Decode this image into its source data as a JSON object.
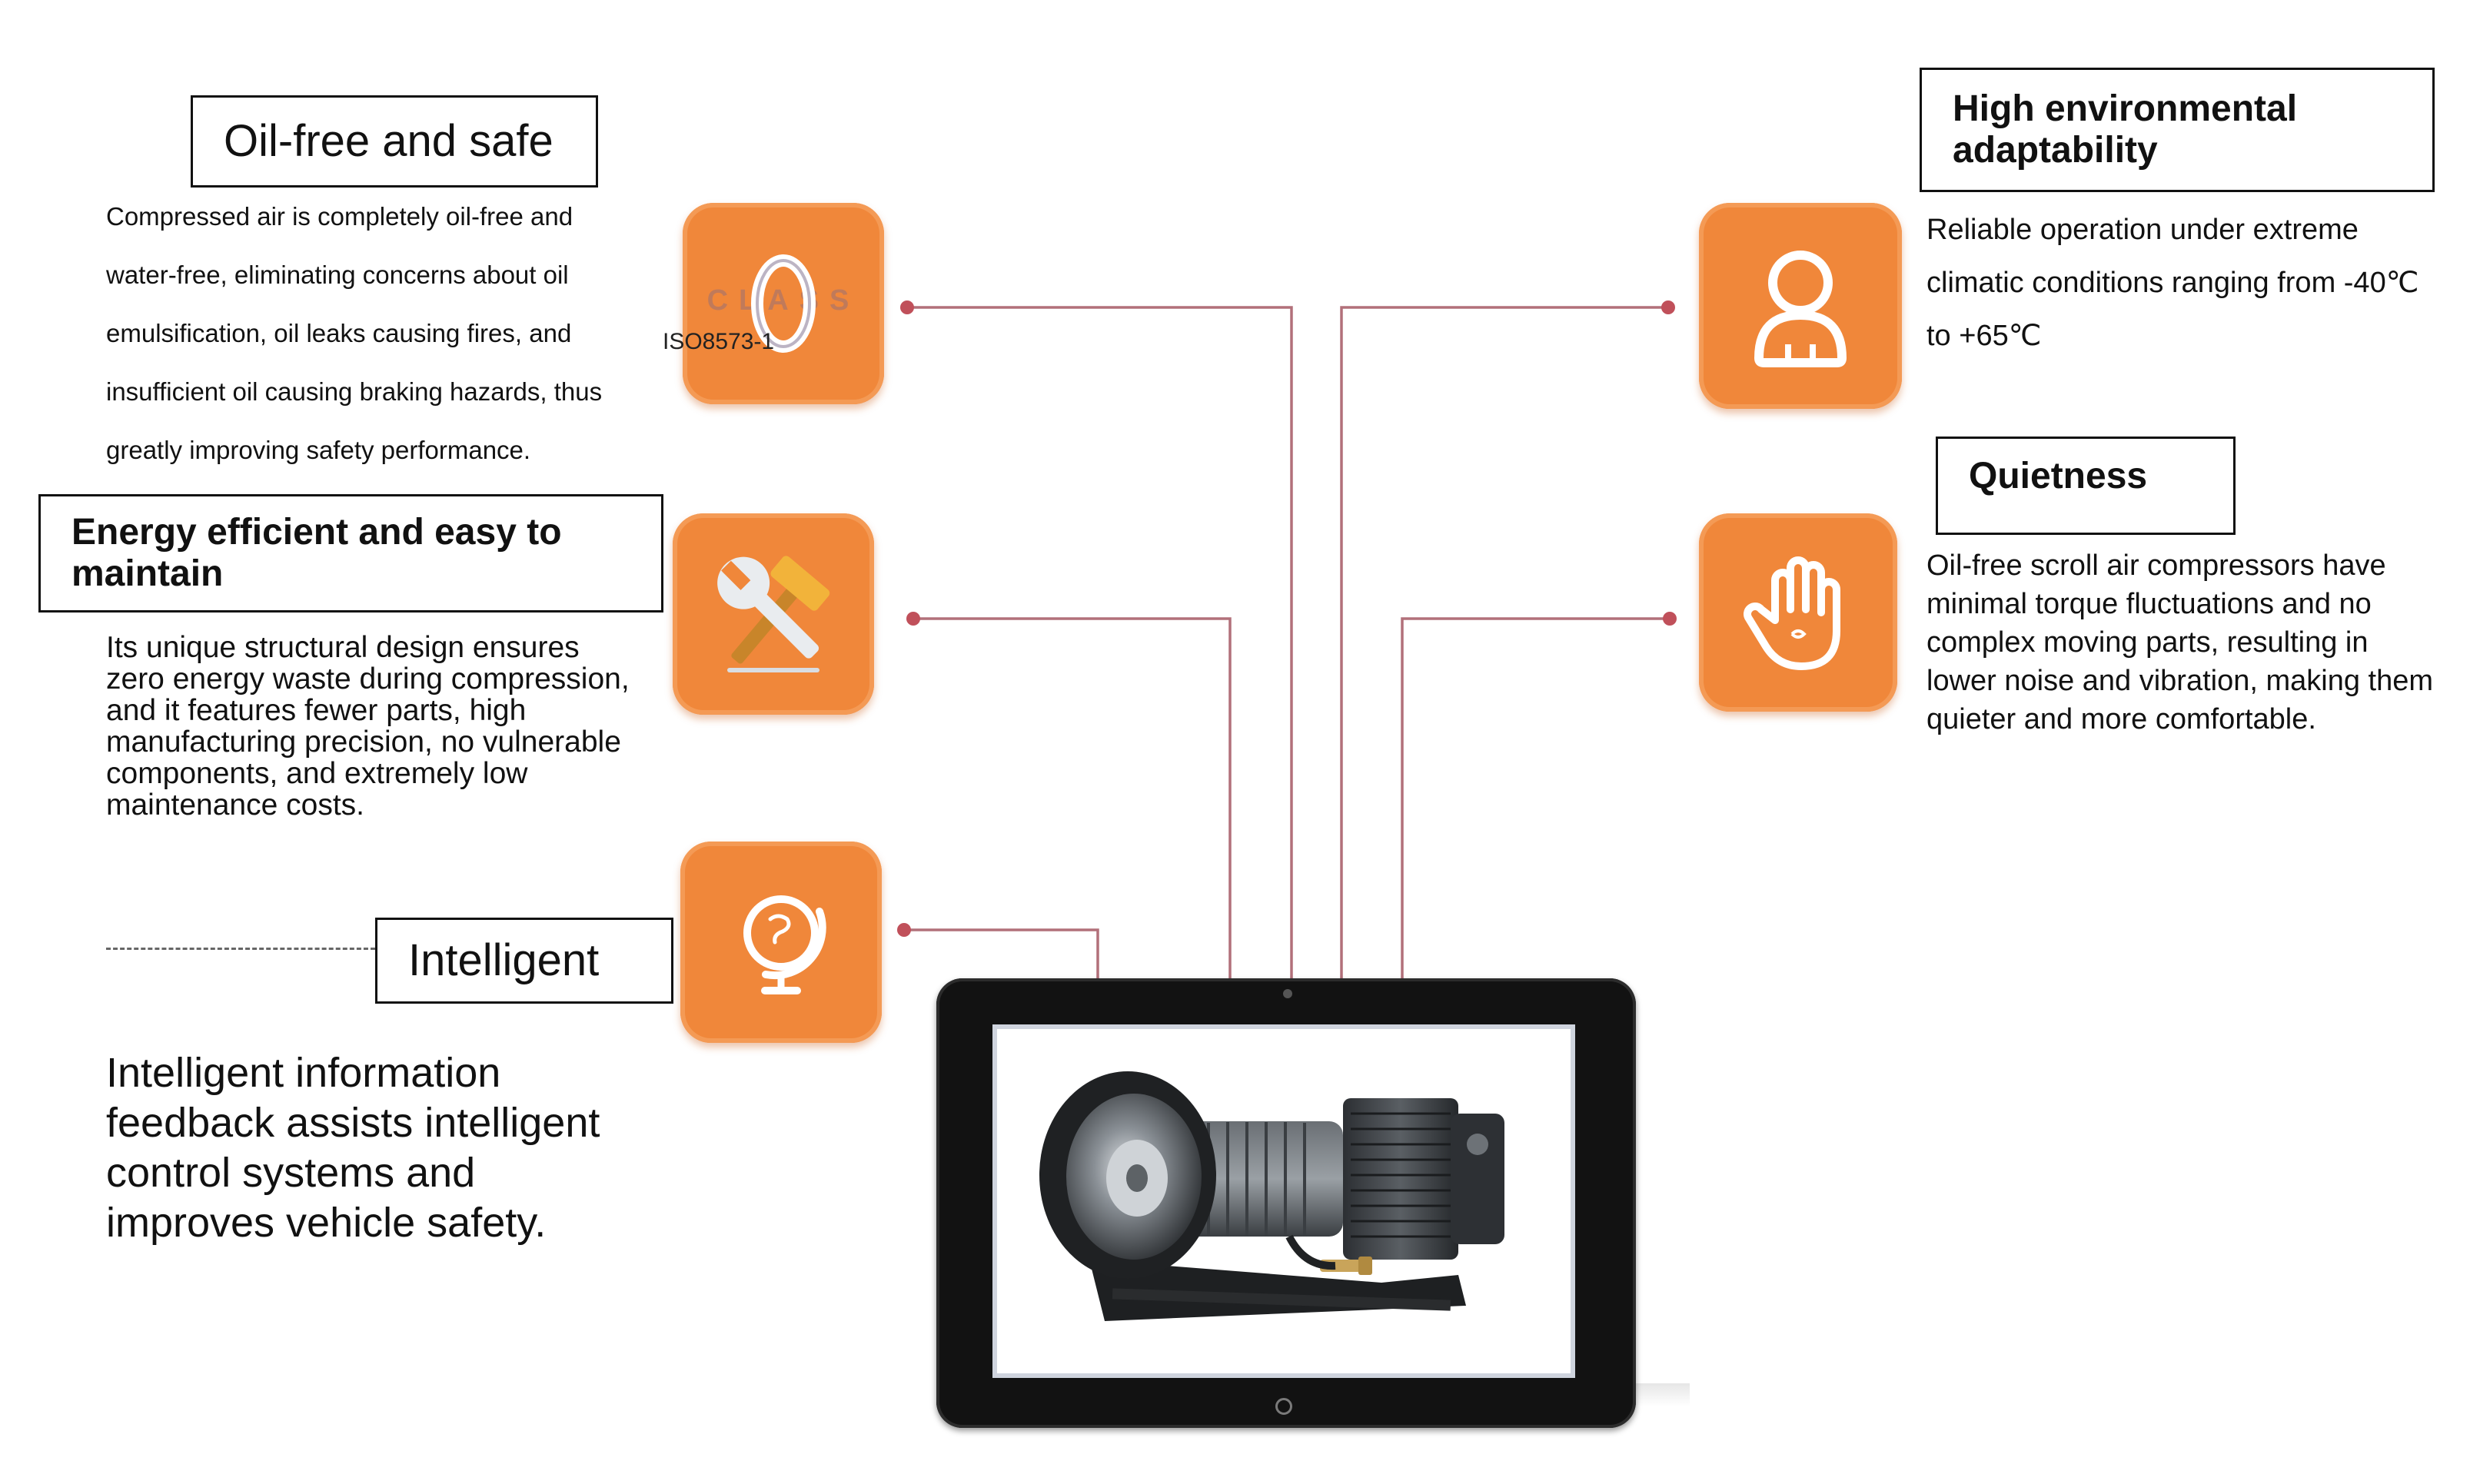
{
  "features": {
    "oil_free": {
      "title": "Oil-free and safe",
      "lines": [
        "Compressed air is completely oil-free and",
        "water-free, eliminating concerns about oil",
        "emulsification, oil leaks causing fires, and",
        "insufficient oil causing braking hazards, thus",
        "greatly improving safety performance."
      ],
      "icon": "zero-class-icon",
      "icon_text": "0",
      "icon_subtext": "CLASS",
      "badge": "ISO8573-1"
    },
    "energy": {
      "title_lines": [
        "Energy efficient and easy to",
        "maintain"
      ],
      "lines": [
        "Its unique structural design ensures",
        "zero energy waste during compression,",
        "and it features fewer parts, high",
        "manufacturing precision, no vulnerable",
        "components, and extremely low",
        "maintenance costs."
      ],
      "icon": "wrench-hammer-icon"
    },
    "intelligent": {
      "title": "Intelligent",
      "lines": [
        "Intelligent information",
        "feedback assists intelligent",
        "control systems and",
        "improves vehicle safety."
      ],
      "icon": "globe-icon"
    },
    "environment": {
      "title_lines": [
        "High environmental",
        "adaptability"
      ],
      "lines": [
        "Reliable operation under extreme",
        "climatic conditions ranging from -40℃",
        "to +65℃"
      ],
      "icon": "person-icon"
    },
    "quietness": {
      "title": "Quietness",
      "lines": [
        "Oil-free scroll air compressors have",
        "minimal torque fluctuations and no",
        "complex moving parts, resulting in",
        "lower noise and vibration, making them",
        "quieter and more comfortable."
      ],
      "icon": "hand-icon"
    }
  },
  "center": {
    "image": "air-compressor-photo"
  },
  "colors": {
    "tile": "#f0873a",
    "connector": "#b0606a",
    "text": "#111111"
  }
}
